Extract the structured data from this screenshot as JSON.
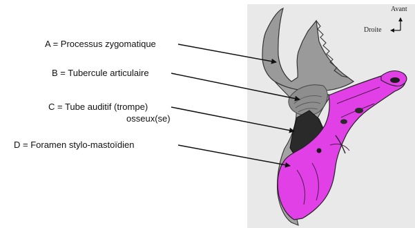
{
  "labels": {
    "a": "A = Processus zygomatique",
    "b": "B = Tubercule articulaire",
    "c_line1": "C = Tube auditif (trompe)",
    "c_line2": "osseux(se)",
    "d": "D = Foramen stylo-mastoïdien"
  },
  "orientation": {
    "front": "Avant",
    "right": "Droite"
  },
  "colors": {
    "bone_grey": "#9a9a9a",
    "magenta": "#e040e6",
    "backdrop": "#e9e9e9",
    "line": "#111111"
  }
}
